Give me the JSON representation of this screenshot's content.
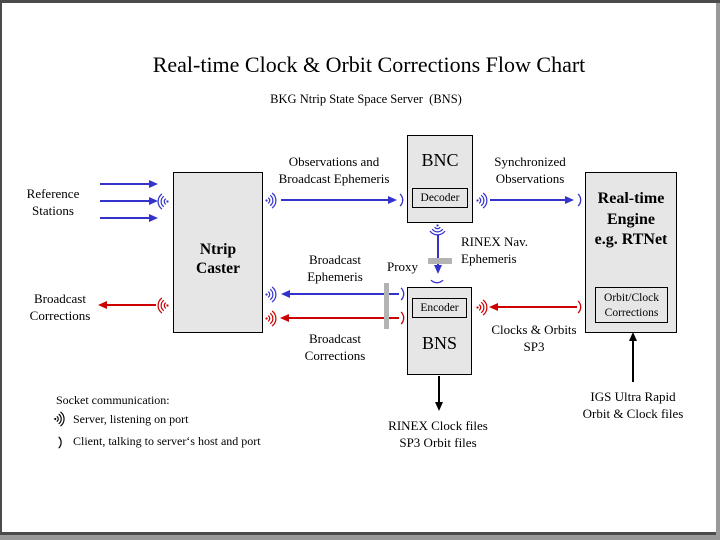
{
  "title": "Real-time Clock & Orbit Corrections Flow Chart",
  "subtitle": "BKG Ntrip State Space Server  (BNS)",
  "boxes": {
    "ntrip_caster": "Ntrip\nCaster",
    "bnc": "BNC",
    "bnc_decoder": "Decoder",
    "bns": "BNS",
    "bns_encoder": "Encoder",
    "rt_engine": "Real-time\nEngine\ne.g. RTNet",
    "rt_orbit_clock": "Orbit/Clock\nCorrections"
  },
  "labels": {
    "reference_stations": "Reference\nStations",
    "broadcast_corrections_out": "Broadcast\nCorrections",
    "observations_ephemeris": "Observations and\nBroadcast Ephemeris",
    "synchronized_observations": "Synchronized\nObservations",
    "rinex_nav": "RINEX Nav.\nEphemeris",
    "broadcast_ephemeris": "Broadcast\nEphemeris",
    "proxy": "Proxy",
    "broadcast_corrections_in": "Broadcast\nCorrections",
    "clocks_orbits": "Clocks & Orbits\nSP3",
    "igs": "IGS Ultra Rapid\nOrbit & Clock files",
    "rinex_files": "RINEX Clock files\nSP3 Orbit files"
  },
  "legend": {
    "heading": "Socket communication:",
    "server": "Server, listening on port",
    "client": "Client, talking to server‘s host and port"
  },
  "colors": {
    "arrow_blue": "#3333cc",
    "arrow_red": "#cc0000",
    "box_fill": "#e6e6e6",
    "box_border": "#000000",
    "proxy_gray": "#b3b3b3",
    "frame_dark": "#4b4b4b",
    "frame_shadow": "#999999"
  }
}
